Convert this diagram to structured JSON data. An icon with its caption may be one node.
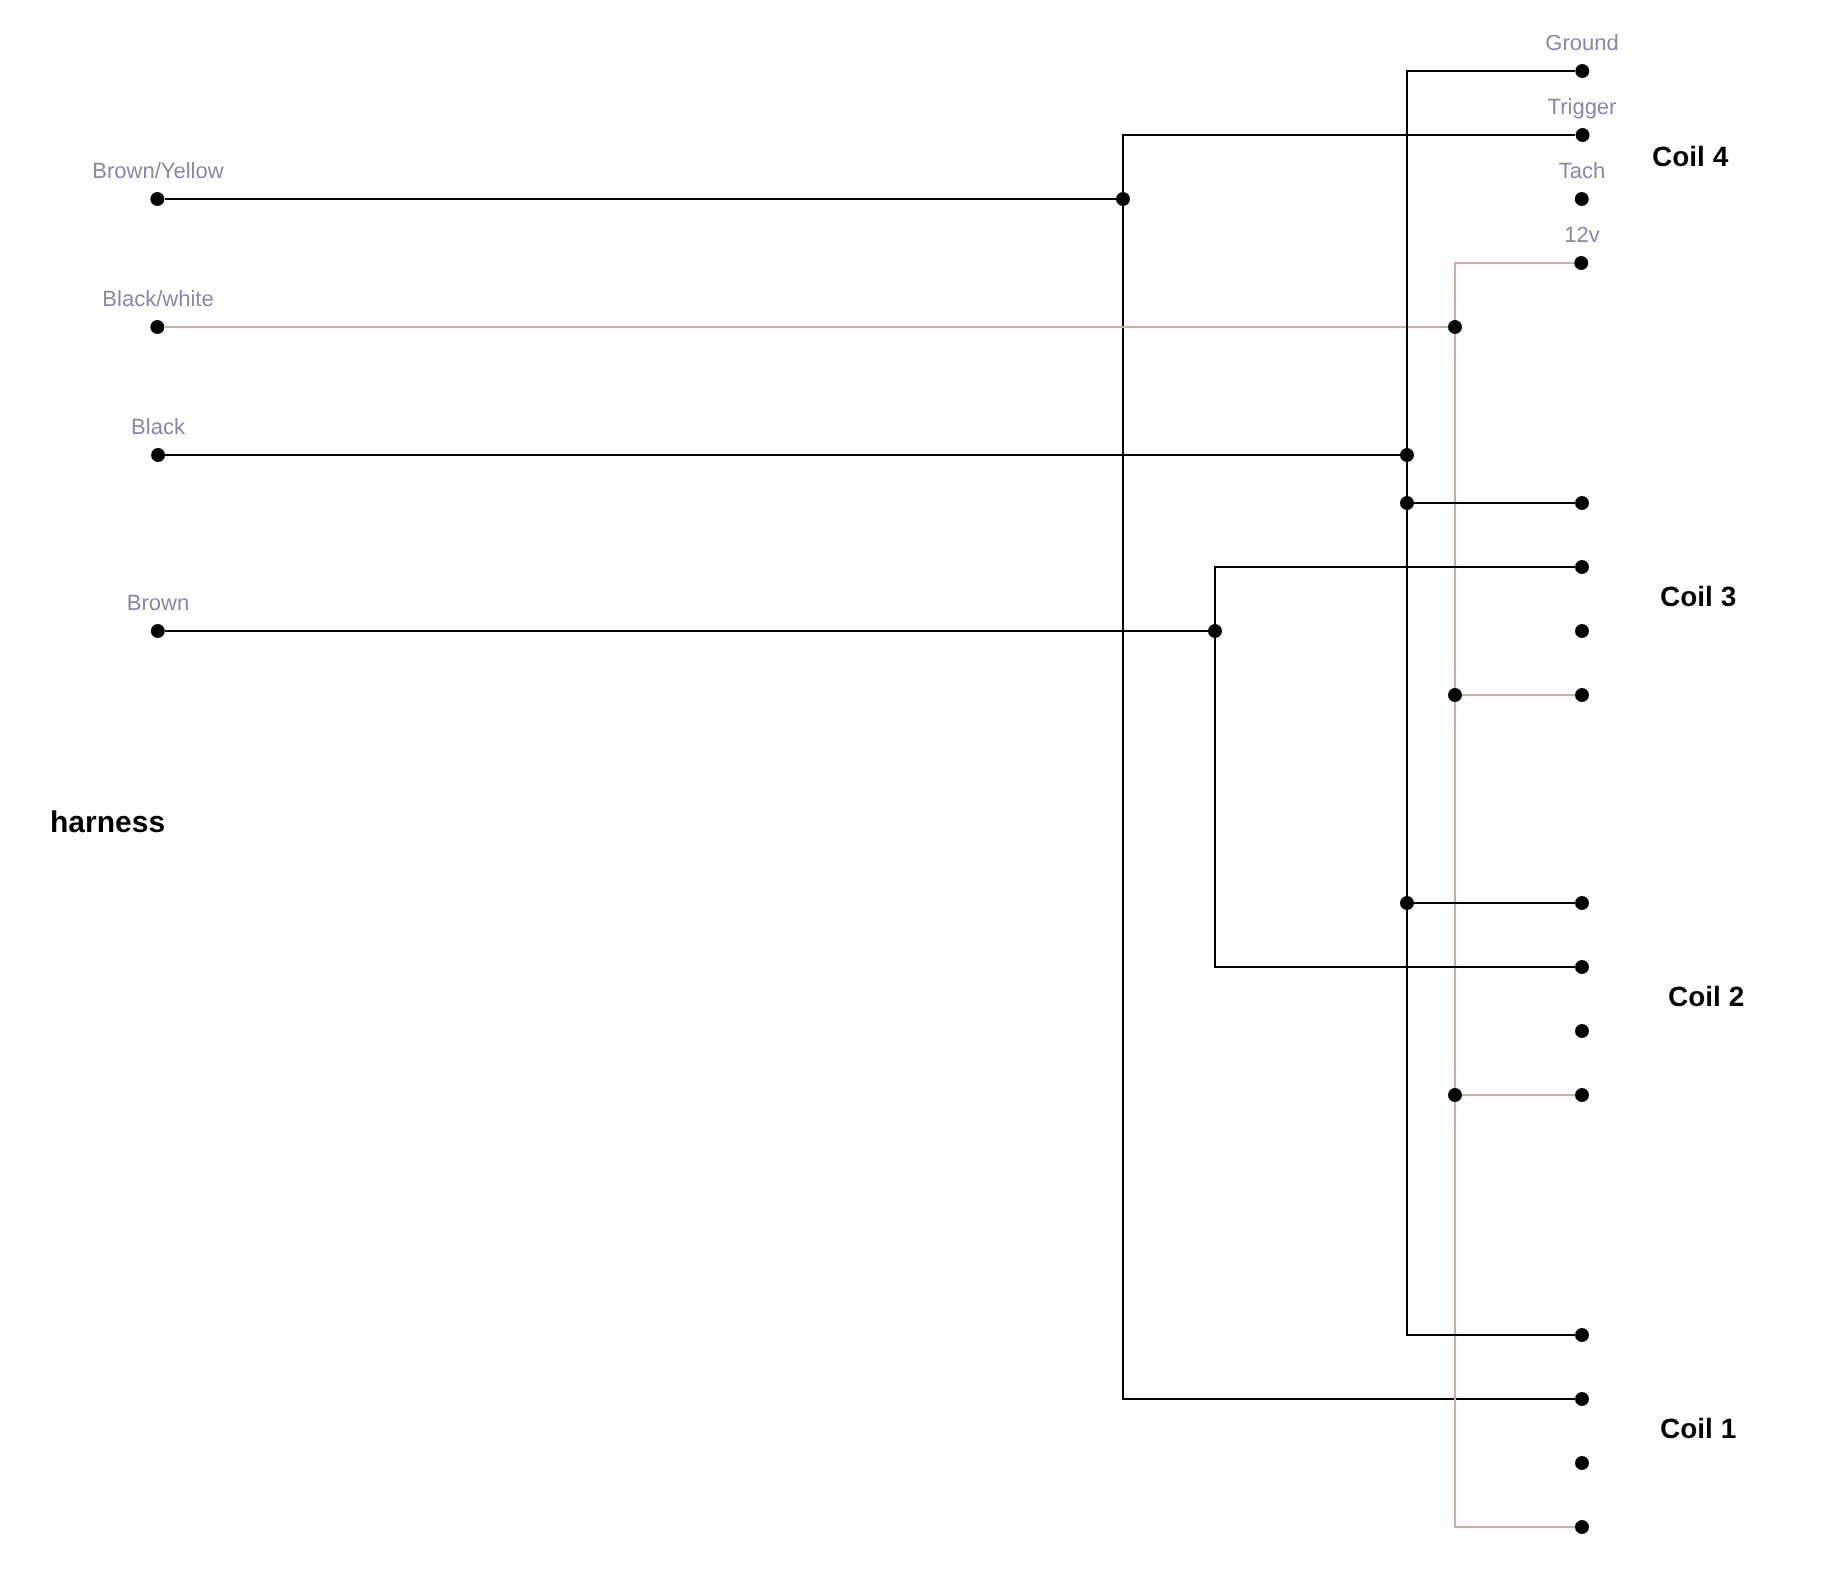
{
  "diagram": {
    "nodes": [
      {
        "text": [
          "Brown/Yellow"
        ]
      },
      {
        "text": [
          "Black/white"
        ]
      },
      {
        "text": [
          "Black"
        ]
      },
      {
        "text": [
          "Brown"
        ]
      },
      {
        "text": [
          "Ground"
        ]
      },
      {
        "text": [
          "Trigger"
        ]
      },
      {
        "text": [
          "Tach"
        ]
      },
      {
        "text": [
          "12v"
        ]
      },
      {
        "text": [],
        "shape": "circle"
      },
      {
        "text": [],
        "shape": "circle"
      },
      {
        "text": [],
        "shape": "circle"
      },
      {
        "text": [],
        "shape": "circle"
      },
      {
        "text": [],
        "shape": "circle"
      },
      {
        "text": [],
        "shape": "circle"
      },
      {
        "text": [],
        "shape": "circle"
      },
      {
        "text": [],
        "shape": "circle"
      },
      {
        "text": [],
        "shape": "circle"
      },
      {
        "text": [],
        "shape": "circle"
      },
      {
        "text": [],
        "shape": "circle"
      },
      {
        "text": [],
        "shape": "circle"
      }
    ],
    "edges": [
      {
        "from": 0,
        "to": 5,
        "arrow": "none"
      },
      {
        "from": 0,
        "to": 17,
        "arrow": "none"
      },
      {
        "from": 1,
        "to": 7,
        "arrow": "none",
        "color": "#d8a8a8"
      },
      {
        "from": 1,
        "to": 11,
        "arrow": "none",
        "color": "#d8a8a8"
      },
      {
        "from": 1,
        "to": 15,
        "arrow": "none",
        "color": "#d8a8a8"
      },
      {
        "from": 1,
        "to": 19,
        "arrow": "none",
        "color": "#d8a8a8"
      },
      {
        "from": 2,
        "to": 4,
        "arrow": "none"
      },
      {
        "from": 2,
        "to": 8,
        "arrow": "none"
      },
      {
        "from": 2,
        "to": 12,
        "arrow": "none"
      },
      {
        "from": 2,
        "to": 16,
        "arrow": "none"
      },
      {
        "from": 3,
        "to": 9,
        "arrow": "none"
      },
      {
        "from": 3,
        "to": 13,
        "arrow": "none"
      }
    ],
    "labels": [
      "Coil 4",
      "Coil 3",
      "Coil 2",
      "Coil 1",
      "harness"
    ]
  }
}
